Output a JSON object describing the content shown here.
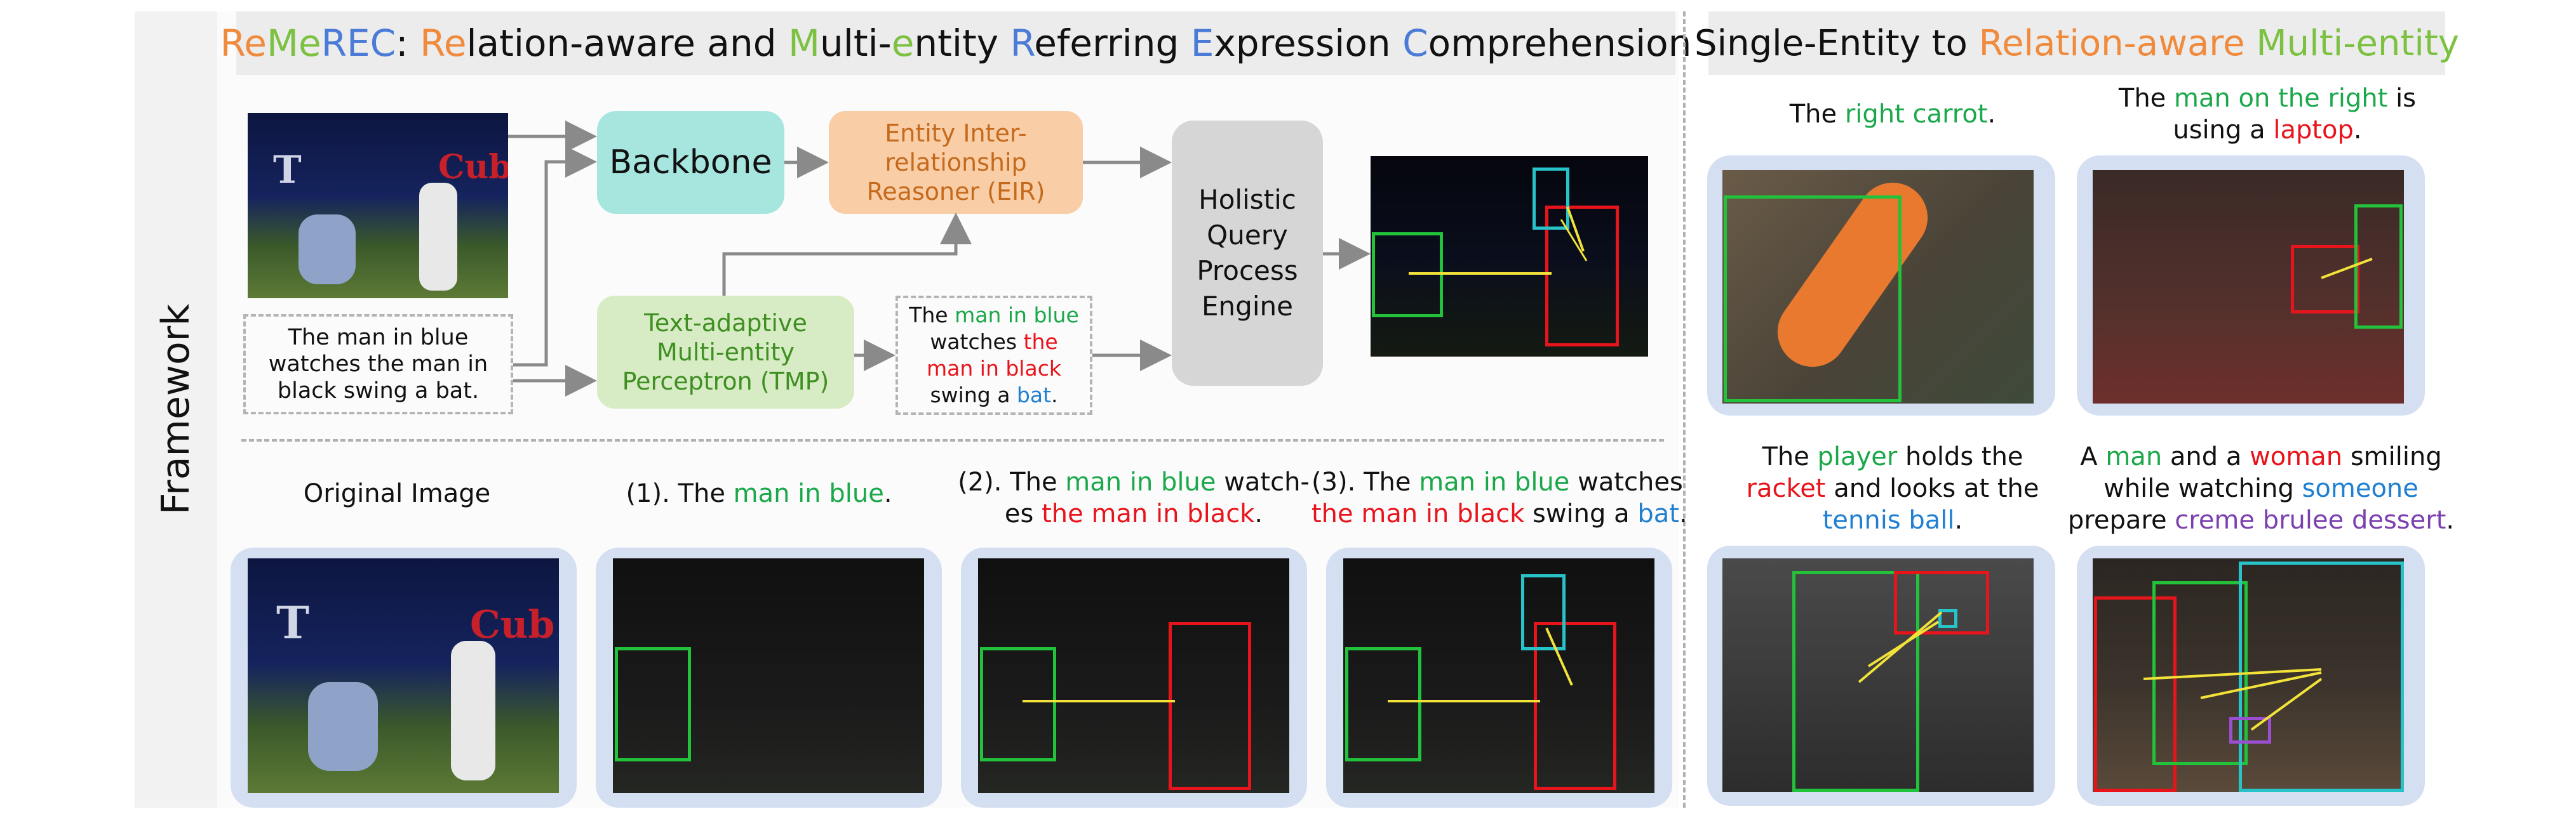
{
  "side_label": "Framework",
  "left_title": {
    "acronym": [
      {
        "t": "Re",
        "c": "#f08a3c"
      },
      {
        "t": "Me",
        "c": "#7dc142"
      },
      {
        "t": "REC",
        "c": "#4a7bd6"
      }
    ],
    "rest": [
      {
        "t": ": ",
        "c": "#111111"
      },
      {
        "t": "Re",
        "c": "#f08a3c"
      },
      {
        "t": "lation-aware and ",
        "c": "#111111"
      },
      {
        "t": "M",
        "c": "#7dc142"
      },
      {
        "t": "ulti-",
        "c": "#111111"
      },
      {
        "t": "e",
        "c": "#7dc142"
      },
      {
        "t": "ntity ",
        "c": "#111111"
      },
      {
        "t": "R",
        "c": "#4a7bd6"
      },
      {
        "t": "eferring ",
        "c": "#111111"
      },
      {
        "t": "E",
        "c": "#4a7bd6"
      },
      {
        "t": "xpression ",
        "c": "#111111"
      },
      {
        "t": "C",
        "c": "#4a7bd6"
      },
      {
        "t": "omprehension",
        "c": "#111111"
      }
    ]
  },
  "right_title": [
    {
      "t": "Single-Entity to ",
      "c": "#111111"
    },
    {
      "t": "Relation-aware ",
      "c": "#f08a3c"
    },
    {
      "t": "Multi-entity",
      "c": "#7dc142"
    }
  ],
  "pipeline": {
    "backbone": "Backbone",
    "eir": "Entity Inter-relationship Reasoner (EIR)",
    "tmp": "Text-adaptive Multi-entity Perceptron (TMP)",
    "engine": "Holistic Query Process Engine",
    "input_text": "The man in blue watches the man in black swing a bat.",
    "colored_text": [
      {
        "t": "The ",
        "c": "#111111"
      },
      {
        "t": "man in blue",
        "c": "#1aa84a"
      },
      {
        "t": " watches ",
        "c": "#111111"
      },
      {
        "t": "the man in black",
        "c": "#e8141b"
      },
      {
        "t": " swing a ",
        "c": "#111111"
      },
      {
        "t": "bat",
        "c": "#1f7fd1"
      },
      {
        "t": ".",
        "c": "#111111"
      }
    ]
  },
  "steps": [
    {
      "id": "orig",
      "caption": [
        {
          "t": "Original Image",
          "c": "#111111"
        }
      ]
    },
    {
      "id": "s1",
      "caption": [
        {
          "t": "(1). The ",
          "c": "#111111"
        },
        {
          "t": "man in blue",
          "c": "#1aa84a"
        },
        {
          "t": ".",
          "c": "#111111"
        }
      ]
    },
    {
      "id": "s2",
      "caption": [
        {
          "t": "(2). The ",
          "c": "#111111"
        },
        {
          "t": "man in blue",
          "c": "#1aa84a"
        },
        {
          "t": " watch-",
          "c": "#111111"
        },
        {
          "t": "\n",
          "c": ""
        },
        {
          "t": "es ",
          "c": "#111111"
        },
        {
          "t": "the man in black",
          "c": "#e8141b"
        },
        {
          "t": ".",
          "c": "#111111"
        }
      ]
    },
    {
      "id": "s3",
      "caption": [
        {
          "t": "(3). The ",
          "c": "#111111"
        },
        {
          "t": "man in blue",
          "c": "#1aa84a"
        },
        {
          "t": " watches",
          "c": "#111111"
        },
        {
          "t": "\n",
          "c": ""
        },
        {
          "t": "the man in black",
          "c": "#e8141b"
        },
        {
          "t": " swing a ",
          "c": "#111111"
        },
        {
          "t": "bat",
          "c": "#1f7fd1"
        },
        {
          "t": ".",
          "c": "#111111"
        }
      ]
    }
  ],
  "examples": [
    {
      "id": "carrot",
      "caption": [
        {
          "t": "The ",
          "c": "#111111"
        },
        {
          "t": "right carrot",
          "c": "#1aa84a"
        },
        {
          "t": ".",
          "c": "#111111"
        }
      ]
    },
    {
      "id": "laptop",
      "caption": [
        {
          "t": "The ",
          "c": "#111111"
        },
        {
          "t": "man on the right",
          "c": "#1aa84a"
        },
        {
          "t": " is",
          "c": "#111111"
        },
        {
          "t": "\n",
          "c": ""
        },
        {
          "t": "using a ",
          "c": "#111111"
        },
        {
          "t": "laptop",
          "c": "#e8141b"
        },
        {
          "t": ".",
          "c": "#111111"
        }
      ]
    },
    {
      "id": "tennis",
      "caption": [
        {
          "t": "The ",
          "c": "#111111"
        },
        {
          "t": "player",
          "c": "#1aa84a"
        },
        {
          "t": " holds the",
          "c": "#111111"
        },
        {
          "t": "\n",
          "c": ""
        },
        {
          "t": "racket",
          "c": "#e8141b"
        },
        {
          "t": " and looks at the",
          "c": "#111111"
        },
        {
          "t": "\n",
          "c": ""
        },
        {
          "t": "tennis ball",
          "c": "#1f7fd1"
        },
        {
          "t": ".",
          "c": "#111111"
        }
      ]
    },
    {
      "id": "dessert",
      "caption": [
        {
          "t": "A ",
          "c": "#111111"
        },
        {
          "t": "man",
          "c": "#1aa84a"
        },
        {
          "t": " and a ",
          "c": "#111111"
        },
        {
          "t": "woman",
          "c": "#e8141b"
        },
        {
          "t": " smiling",
          "c": "#111111"
        },
        {
          "t": "\n",
          "c": ""
        },
        {
          "t": "while watching ",
          "c": "#111111"
        },
        {
          "t": "someone",
          "c": "#1f7fd1"
        },
        {
          "t": "\n",
          "c": ""
        },
        {
          "t": "prepare ",
          "c": "#111111"
        },
        {
          "t": "creme brulee dessert",
          "c": "#7b3fb0"
        },
        {
          "t": ".",
          "c": "#111111"
        }
      ]
    }
  ],
  "colors": {
    "backbone": "#a6e6df",
    "eir": "#f9cda6",
    "eir_text": "#c56a1c",
    "tmp": "#d7ecc4",
    "tmp_text": "#3f8f22",
    "engine": "#d6d6d6",
    "frame": "#d5dff2",
    "arrow": "#8a8a8a",
    "green_box": "#22c23a",
    "red_box": "#e8141b",
    "cyan_box": "#28c3c9",
    "purple_box": "#9a4fd0"
  }
}
